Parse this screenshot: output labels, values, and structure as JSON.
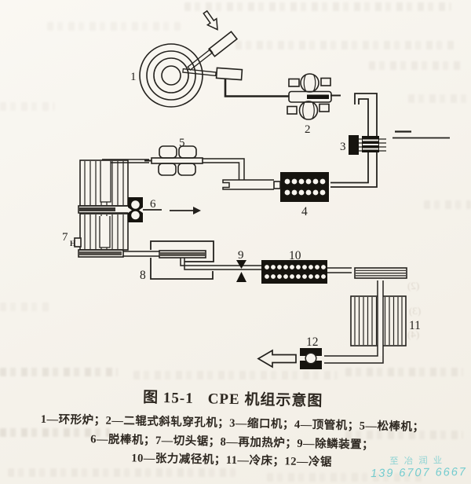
{
  "figure": {
    "number": "图 15-1",
    "title": "CPE 机组示意图",
    "legend": [
      "1—环形炉；2—二辊式斜轧穿孔机；3—缩口机；4—顶管机；5—松棒机；",
      "6—脱棒机；7—切头锯；8—再加热炉；9—除鳞装置；",
      "10—张力减径机；11—冷床；12—冷锯"
    ]
  },
  "diagram": {
    "machine_labels": {
      "ring_furnace": "1",
      "piercing_mill": "2",
      "necking_machine": "3",
      "push_bench": "4",
      "bar_loosener": "5",
      "bar_extractor": "6",
      "cutting_saw": "7",
      "cutting_saw_sub": "H",
      "reheating_furnace": "8",
      "descaler": "9",
      "stretch_reducing_mill": "10",
      "cooling_bed": "11",
      "cold_saw": "12"
    }
  },
  "watermark": {
    "company": "至冶润业",
    "phone": "139 6707 6667"
  },
  "bleed_marks": {
    "m1": "(2)",
    "m2": "(3)",
    "m3": "(4)"
  },
  "colors": {
    "paper": "#f7f4ee",
    "ink": "#23211d",
    "watermark": "#5ec6cb"
  }
}
